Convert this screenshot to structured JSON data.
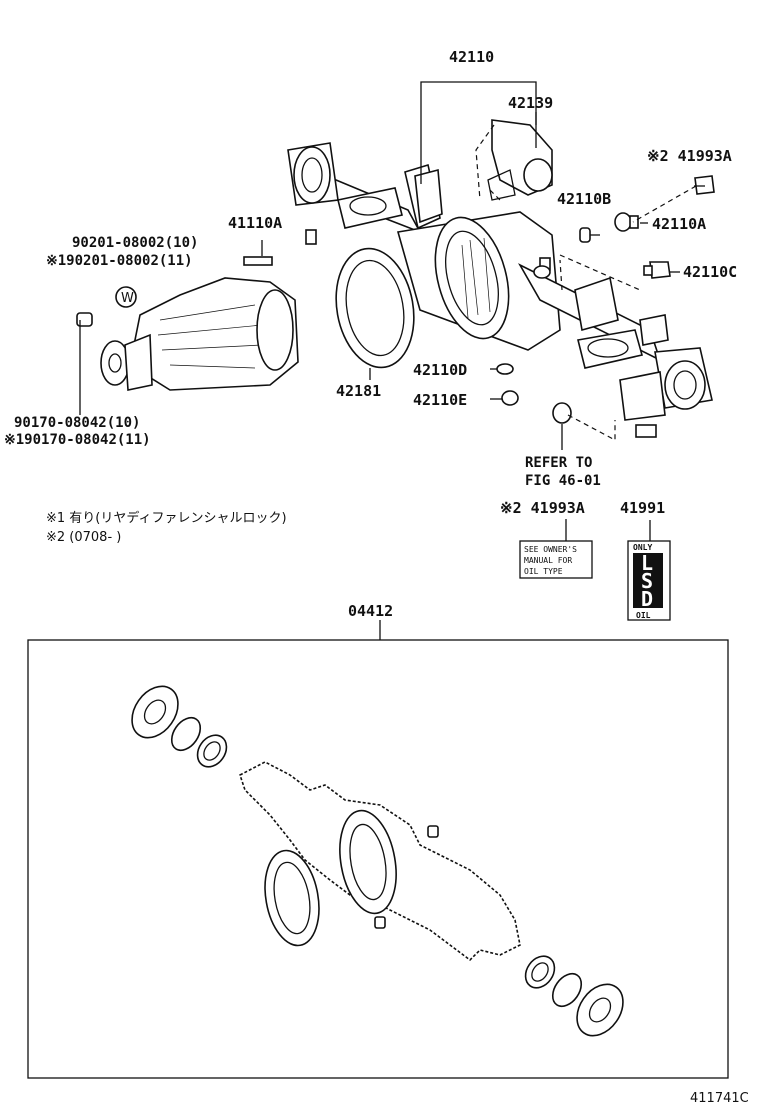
{
  "labels": {
    "p42110": "42110",
    "p42139": "42139",
    "p41993A_top": "※2 41993A",
    "p42110B": "42110B",
    "p42110A_right": "42110A",
    "p41110A": "41110A",
    "p90201_a": "90201-08002(10)",
    "p90201_b": "※190201-08002(11)",
    "p42110C": "42110C",
    "p42181": "42181",
    "p42110D": "42110D",
    "p42110E": "42110E",
    "p90170_a": "90170-08042(10)",
    "p90170_b": "※190170-08042(11)",
    "refer_1": "REFER TO",
    "refer_2": "FIG 46-01",
    "note1": "※1 有り(リヤディファレンシャルロック)",
    "note2": "※2 (0708-      )",
    "p41993A_bottom": "※2 41993A",
    "p41991": "41991",
    "p04412": "04412",
    "w_mark": "W",
    "figure_code": "411741C"
  },
  "tag_41993A": {
    "line1": "SEE OWNER'S",
    "line2": "MANUAL FOR",
    "line3": "OIL TYPE"
  },
  "tag_41991": {
    "top": "ONLY",
    "l": "L",
    "s": "S",
    "d": "D",
    "bottom": "OIL"
  }
}
